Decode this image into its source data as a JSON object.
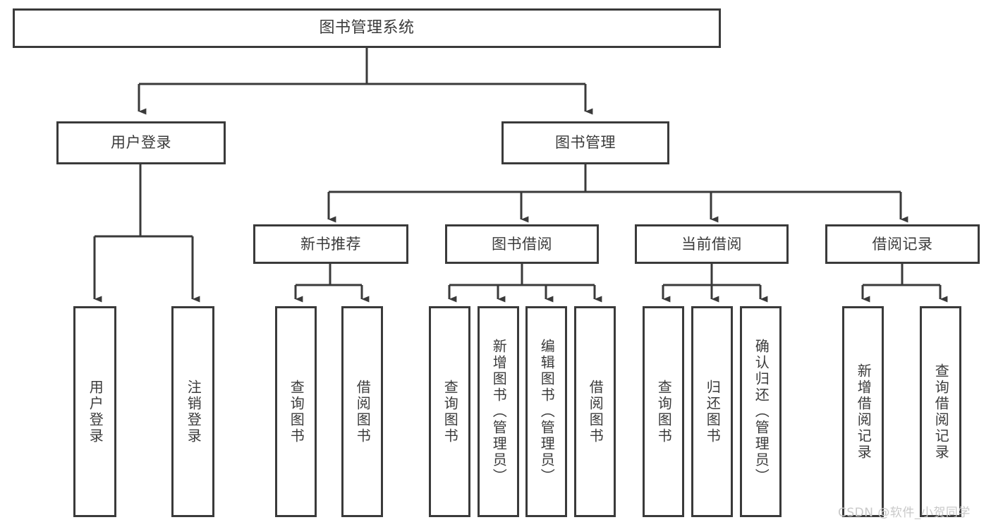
{
  "diagram": {
    "title": "图书管理系统",
    "type": "tree",
    "orientation": "top-down",
    "line_color": "#3a3a3a",
    "box_border_color": "#3a3a3a",
    "box_fill_color": "#ffffff",
    "text_color": "#3b3b3b"
  },
  "nodes": {
    "root": {
      "id": "root",
      "label": "图书管理系统",
      "level": 1
    },
    "level2": [
      {
        "id": "user-login",
        "label": "用户登录",
        "level": 2
      },
      {
        "id": "book-management",
        "label": "图书管理",
        "level": 2
      }
    ],
    "level3": [
      {
        "id": "new-book-recommend",
        "label": "新书推荐",
        "level": 3,
        "parent": "book-management"
      },
      {
        "id": "book-borrow",
        "label": "图书借阅",
        "level": 3,
        "parent": "book-management"
      },
      {
        "id": "current-borrow",
        "label": "当前借阅",
        "level": 3,
        "parent": "book-management"
      },
      {
        "id": "borrow-record",
        "label": "借阅记录",
        "level": 3,
        "parent": "book-management"
      }
    ],
    "leaves": [
      {
        "id": "leaf-user-login",
        "label": "用户登录",
        "parent": "user-login"
      },
      {
        "id": "leaf-logout-login",
        "label": "注销登录",
        "parent": "user-login"
      },
      {
        "id": "leaf-query-book-1",
        "label": "查询图书",
        "parent": "new-book-recommend"
      },
      {
        "id": "leaf-borrow-book-1",
        "label": "借阅图书",
        "parent": "new-book-recommend"
      },
      {
        "id": "leaf-query-book-2",
        "label": "查询图书",
        "parent": "book-borrow"
      },
      {
        "id": "leaf-add-book",
        "label": "新增图书（管理员）",
        "parent": "book-borrow"
      },
      {
        "id": "leaf-edit-book",
        "label": "编辑图书（管理员）",
        "parent": "book-borrow"
      },
      {
        "id": "leaf-borrow-book-2",
        "label": "借阅图书",
        "parent": "book-borrow"
      },
      {
        "id": "leaf-query-book-3",
        "label": "查询图书",
        "parent": "current-borrow"
      },
      {
        "id": "leaf-return-book",
        "label": "归还图书",
        "parent": "current-borrow"
      },
      {
        "id": "leaf-confirm-return",
        "label": "确认归还（管理员）",
        "parent": "current-borrow"
      },
      {
        "id": "leaf-add-record",
        "label": "新增借阅记录",
        "parent": "borrow-record"
      },
      {
        "id": "leaf-query-record",
        "label": "查询借阅记录",
        "parent": "borrow-record"
      }
    ]
  },
  "watermark": {
    "text": "CSDN @软件_小贺同学"
  }
}
